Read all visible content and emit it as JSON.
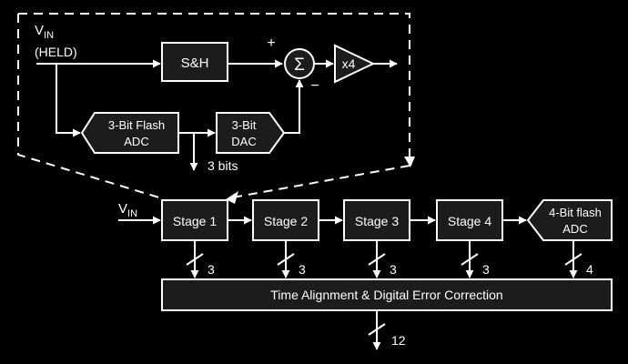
{
  "vin_held": {
    "v": "V",
    "sub": "IN",
    "held": "(HELD)"
  },
  "sample_hold": "S&H",
  "summer": {
    "symbol": "Σ",
    "plus": "+",
    "minus": "−"
  },
  "gain": "x4",
  "flash_adc_3bit": {
    "line1": "3-Bit Flash",
    "line2": "ADC"
  },
  "dac_3bit": {
    "line1": "3-Bit",
    "line2": "DAC"
  },
  "detail_output_bits": "3 bits",
  "vin_main": {
    "v": "V",
    "sub": "IN"
  },
  "stages": [
    "Stage 1",
    "Stage 2",
    "Stage 3",
    "Stage 4"
  ],
  "flash_adc_4bit": {
    "line1": "4-Bit flash",
    "line2": "ADC"
  },
  "bus_widths": [
    "3",
    "3",
    "3",
    "3",
    "4"
  ],
  "correction_block": "Time Alignment & Digital Error Correction",
  "output_bits": "12",
  "colors": {
    "background": "#000000",
    "foreground": "#ffffff",
    "block_fill": "#1c1c1c"
  }
}
